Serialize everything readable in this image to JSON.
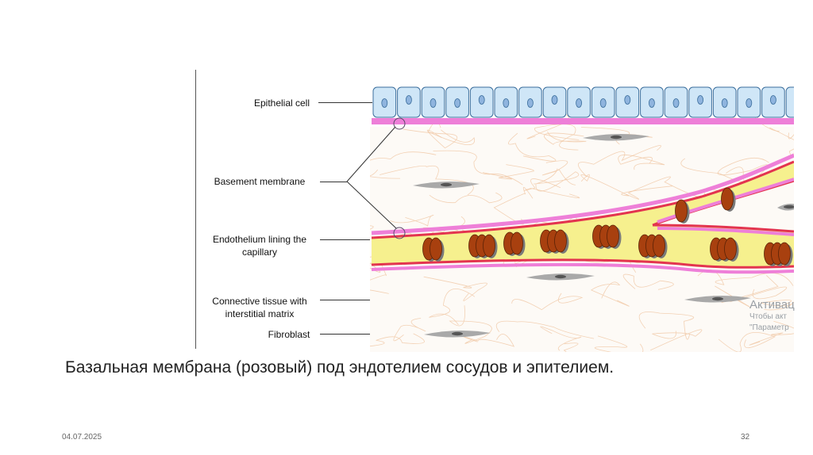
{
  "diagram": {
    "labels": {
      "epithelial_cell": "Epithelial cell",
      "basement_membrane": "Basement membrane",
      "endothelium_line1": "Endothelium lining the",
      "endothelium_line2": "capillary",
      "connective_line1": "Connective tissue with",
      "connective_line2": "interstitial matrix",
      "fibroblast": "Fibroblast"
    },
    "colors": {
      "epithelium_fill": "#cfe6f7",
      "epithelium_border": "#3b6e9c",
      "nucleus": "#8fb4de",
      "basement_membrane": "#ee7fd8",
      "capillary_lumen": "#f6f08e",
      "endothelium": "#e3344f",
      "red_blood_cell": "#a8400f",
      "fibroblast": "#a9a9a9",
      "fibers": "#efc39e"
    }
  },
  "caption": "Базальная мембрана (розовый) под эндотелием сосудов и эпителием.",
  "footer": {
    "date": "04.07.2025",
    "page_number": "32"
  },
  "watermark": {
    "title": "Активац",
    "line1": "Чтобы акт",
    "line2": "\"Параметр"
  }
}
